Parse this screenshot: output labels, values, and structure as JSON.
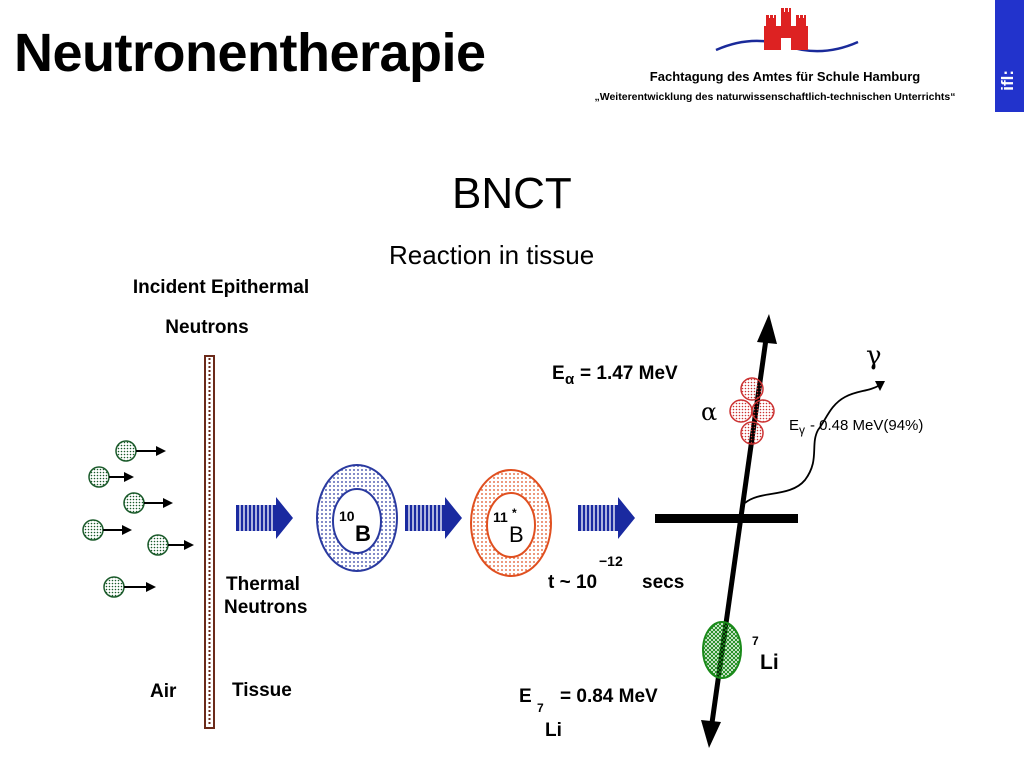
{
  "header": {
    "title": "Neutronentherapie",
    "conference_line1": "Fachtagung des Amtes für Schule Hamburg",
    "conference_line2": "„Weiterentwicklung des naturwissenschaftlich-technischen Unterrichts“",
    "ifl_logo": "ifl:",
    "logo": "hamburg-castle-logo"
  },
  "figure": {
    "title": "BNCT",
    "subtitle": "Reaction in tissue",
    "incident_label_1": "Incident Epithermal",
    "incident_label_2": "Neutrons",
    "thermal_label_1": "Thermal",
    "thermal_label_2": "Neutrons",
    "air_label": "Air",
    "tissue_label": "Tissue",
    "b10_mass": "10",
    "b10_symbol": "B",
    "b11_mass": "11",
    "b11_star": "*",
    "b11_symbol": "B",
    "time_prefix": "t ~ 10",
    "time_exp": "−12",
    "time_suffix": "secs",
    "alpha_energy_prefix": "E",
    "alpha_energy_sub": "α",
    "alpha_energy_value": "= 1.47 MeV",
    "alpha_symbol": "α",
    "gamma_symbol": "γ",
    "gamma_energy_prefix": "E",
    "gamma_energy_sub": "γ",
    "gamma_energy_value": "- 0.48 MeV(94%)",
    "li_mass": "7",
    "li_symbol": "Li",
    "li_energy_prefix": "E",
    "li_energy_sub_mass": "7",
    "li_energy_sub_symbol": "Li",
    "li_energy_value": "= 0.84 MeV"
  },
  "colors": {
    "ifl_blue": "#2233cc",
    "castle_red": "#dd2222",
    "wave_blue": "#1a2a9a",
    "barrier": "#6b2a1a",
    "neutron_green": "#1a5a2a",
    "arrow_blue": "#1a2aa0",
    "b10_blue": "#2a3aa0",
    "b11_orange": "#e05020",
    "alpha_red": "#cc3333",
    "li_green": "#1a8a1a"
  }
}
